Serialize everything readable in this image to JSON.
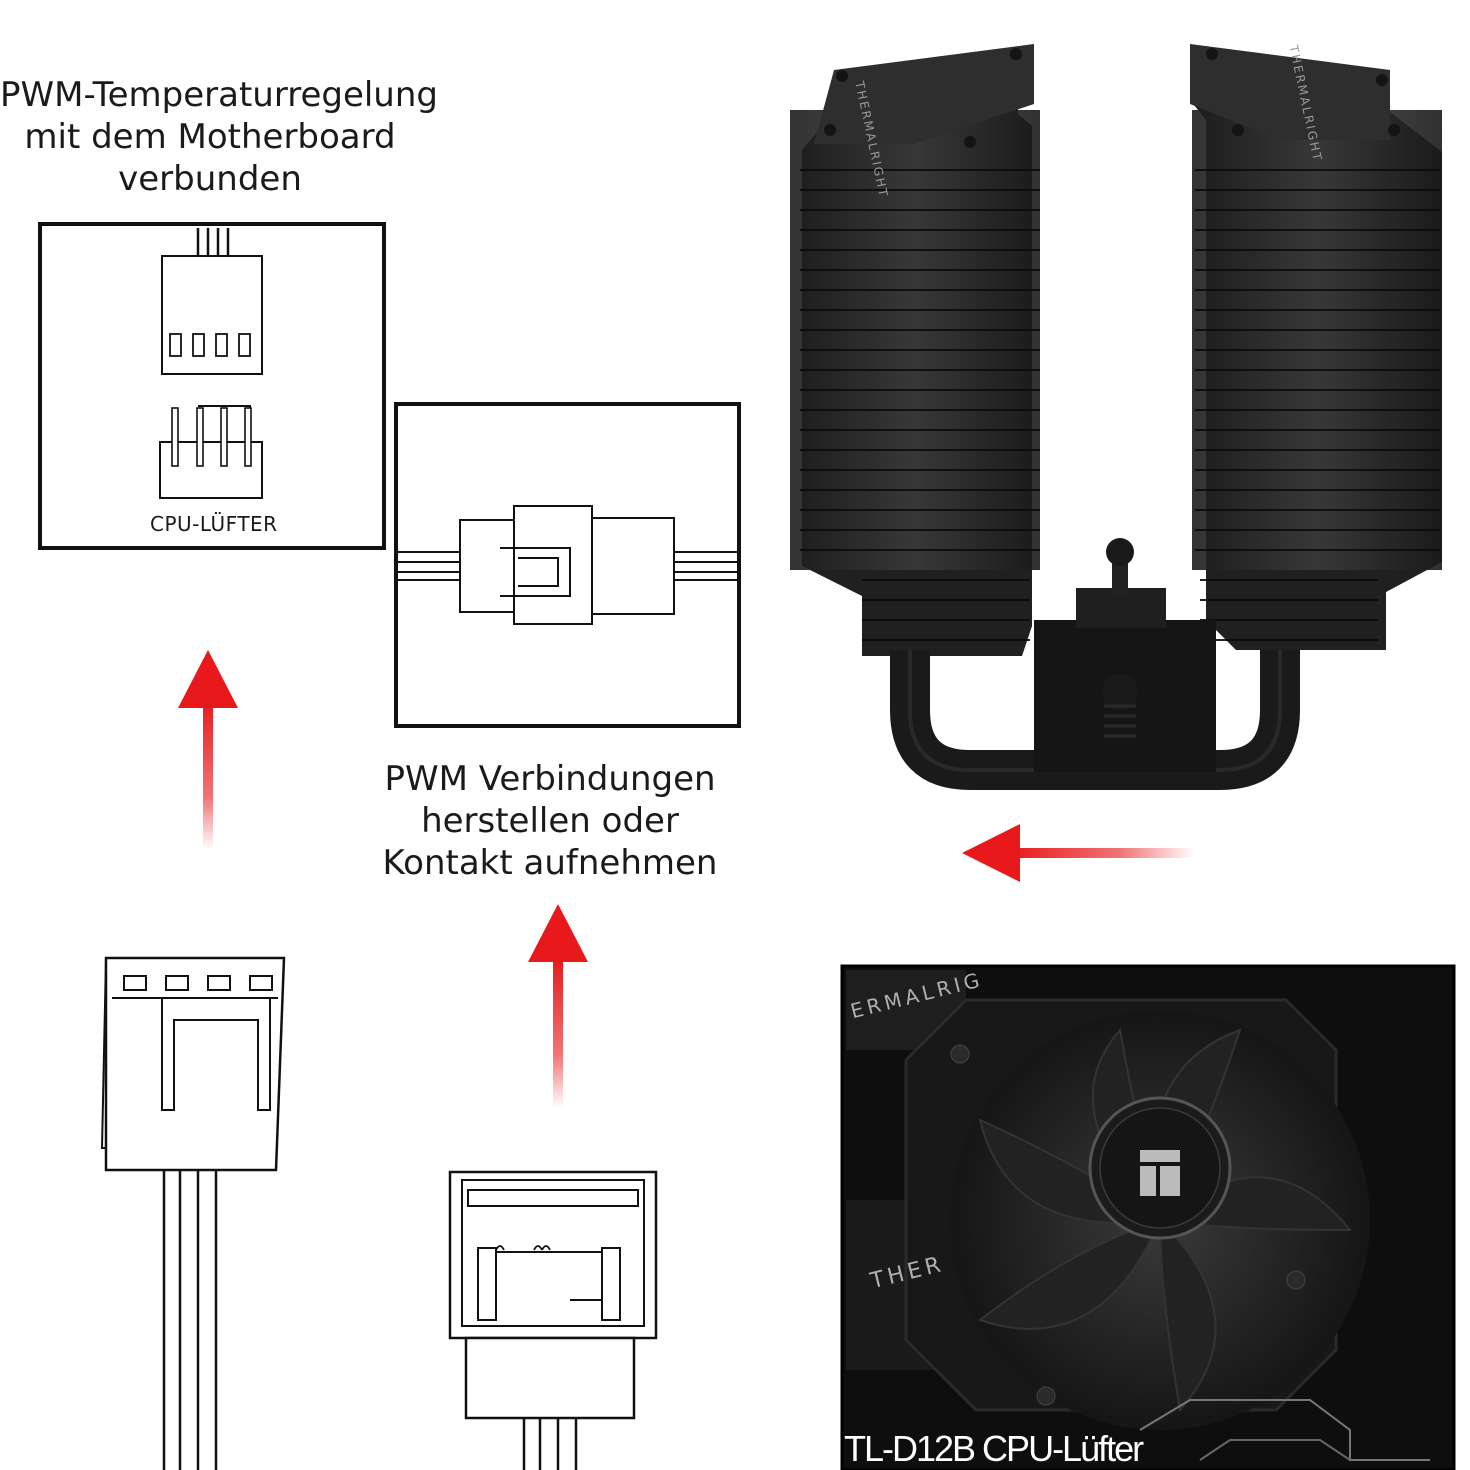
{
  "captions": {
    "top_left": [
      "PWM-Temperaturregelung",
      "mit dem Motherboard",
      "verbunden"
    ],
    "middle": [
      "PWM Verbindungen",
      "herstellen oder",
      "Kontakt aufnehmen"
    ]
  },
  "labels": {
    "cpu_fan_header": "CPU-LÜFTER",
    "fan_product": "TL-D12B CPU-Lüfter"
  },
  "branding": {
    "heatsink_brand": "THERMALRIGHT",
    "fan_frame_brand": "ERMALRIG",
    "fan_side_brand": "THER"
  },
  "colors": {
    "arrow": "#e8191b",
    "line": "#1a1a1a",
    "heatsink": "#2a2a2a",
    "fan_bg": "#111111"
  },
  "icons": [
    "up-arrow-icon",
    "left-arrow-icon",
    "fan-connector-icon",
    "header-pins-icon",
    "inline-connector-icon"
  ]
}
